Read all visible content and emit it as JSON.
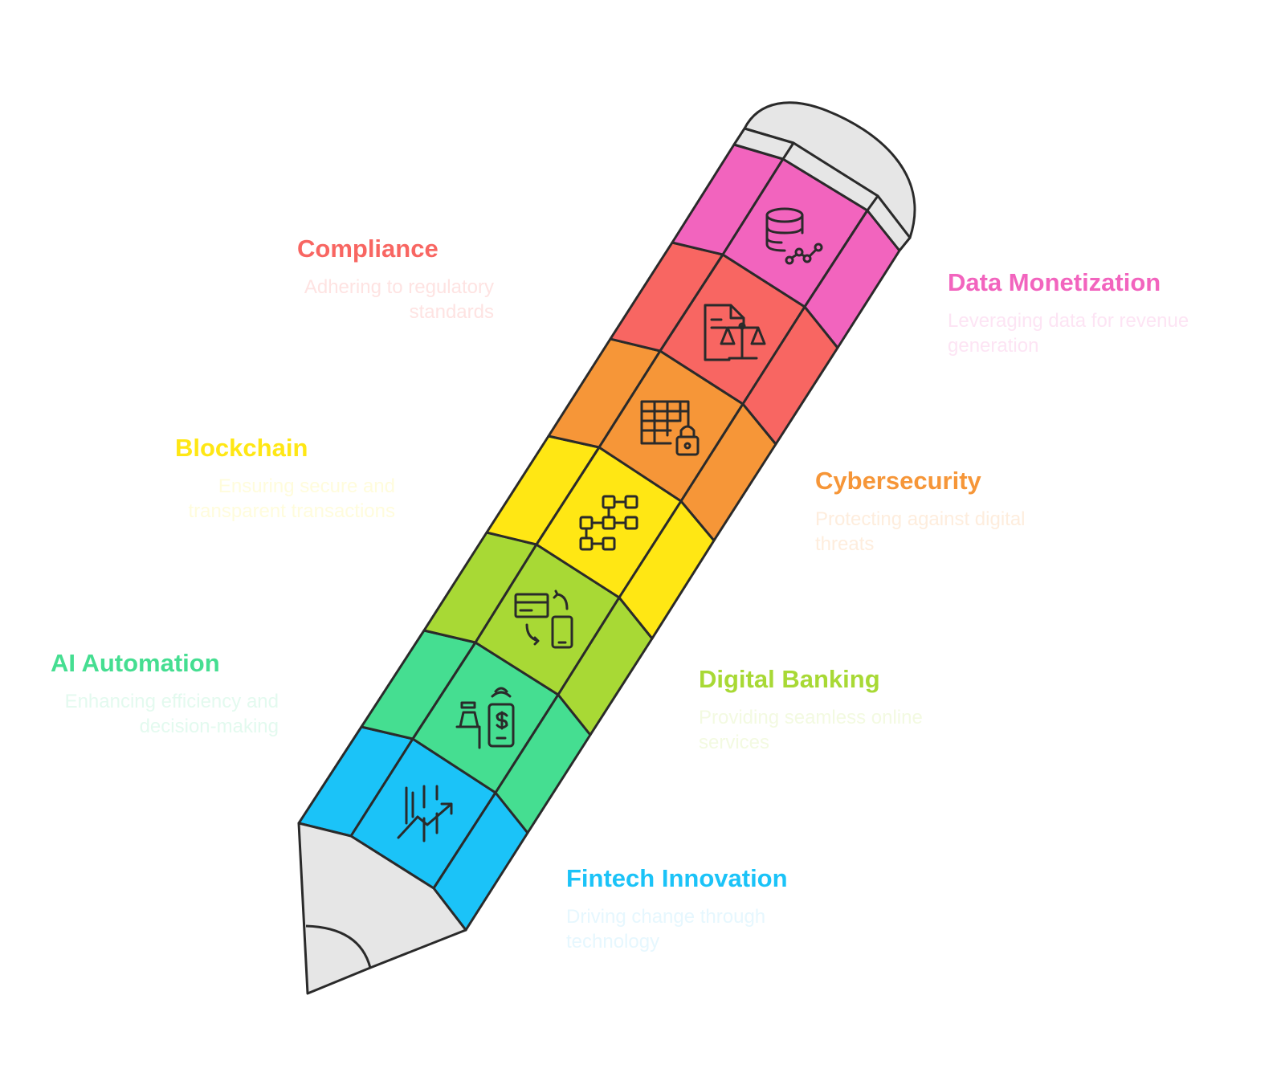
{
  "title": "Fintech pencil diagram",
  "segments": [
    {
      "title": "Fintech Innovation",
      "desc": "Driving change through technology",
      "color": "#1BC3F8",
      "desc_color": "#E6F7FE",
      "icon": "trend-chart-icon"
    },
    {
      "title": "AI Automation",
      "desc": "Enhancing efficiency and decision-making",
      "color": "#45DE91",
      "desc_color": "#E3FAEF",
      "icon": "payment-terminal-phone-icon"
    },
    {
      "title": "Digital Banking",
      "desc": "Providing seamless online services",
      "color": "#A8D935",
      "desc_color": "#F3FAE1",
      "icon": "card-phone-transfer-icon"
    },
    {
      "title": "Blockchain",
      "desc": "Ensuring secure and transparent transactions",
      "color": "#FFE714",
      "desc_color": "#FFFCDC",
      "icon": "block-network-icon"
    },
    {
      "title": "Cybersecurity",
      "desc": "Protecting against digital threats",
      "color": "#F69638",
      "desc_color": "#FEEDDD",
      "icon": "table-lock-icon"
    },
    {
      "title": "Compliance",
      "desc": "Adhering to regulatory standards",
      "color": "#F86662",
      "desc_color": "#FEE3E2",
      "icon": "document-scale-icon"
    },
    {
      "title": "Data Monetization",
      "desc": "Leveraging data for revenue generation",
      "color": "#F264BE",
      "desc_color": "#FDE4F4",
      "icon": "database-chart-icon"
    }
  ]
}
